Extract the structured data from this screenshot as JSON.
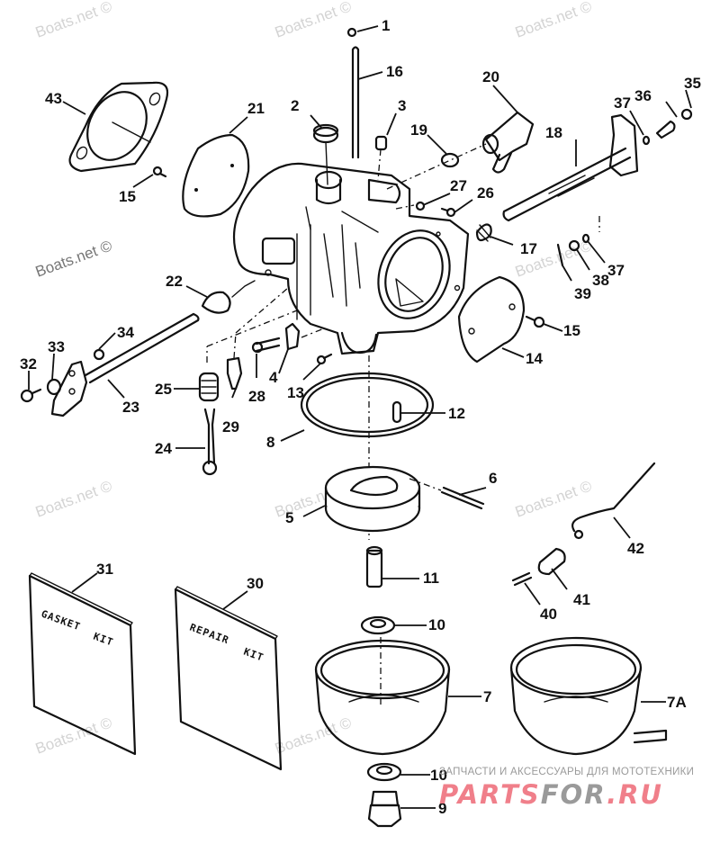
{
  "diagram": {
    "title": "Carburetor exploded parts diagram",
    "callouts": [
      {
        "id": "1",
        "label": "1"
      },
      {
        "id": "2",
        "label": "2"
      },
      {
        "id": "3",
        "label": "3"
      },
      {
        "id": "4",
        "label": "4"
      },
      {
        "id": "5",
        "label": "5"
      },
      {
        "id": "6",
        "label": "6"
      },
      {
        "id": "7",
        "label": "7"
      },
      {
        "id": "7A",
        "label": "7A"
      },
      {
        "id": "8",
        "label": "8"
      },
      {
        "id": "9",
        "label": "9"
      },
      {
        "id": "10a",
        "label": "10"
      },
      {
        "id": "10b",
        "label": "10"
      },
      {
        "id": "11",
        "label": "11"
      },
      {
        "id": "12",
        "label": "12"
      },
      {
        "id": "13",
        "label": "13"
      },
      {
        "id": "14",
        "label": "14"
      },
      {
        "id": "15a",
        "label": "15"
      },
      {
        "id": "15b",
        "label": "15"
      },
      {
        "id": "16",
        "label": "16"
      },
      {
        "id": "17",
        "label": "17"
      },
      {
        "id": "18",
        "label": "18"
      },
      {
        "id": "19",
        "label": "19"
      },
      {
        "id": "20",
        "label": "20"
      },
      {
        "id": "21",
        "label": "21"
      },
      {
        "id": "22",
        "label": "22"
      },
      {
        "id": "23",
        "label": "23"
      },
      {
        "id": "24",
        "label": "24"
      },
      {
        "id": "25",
        "label": "25"
      },
      {
        "id": "26",
        "label": "26"
      },
      {
        "id": "27",
        "label": "27"
      },
      {
        "id": "28",
        "label": "28"
      },
      {
        "id": "29",
        "label": "29"
      },
      {
        "id": "30",
        "label": "30"
      },
      {
        "id": "31",
        "label": "31"
      },
      {
        "id": "32",
        "label": "32"
      },
      {
        "id": "33",
        "label": "33"
      },
      {
        "id": "34",
        "label": "34"
      },
      {
        "id": "35",
        "label": "35"
      },
      {
        "id": "36",
        "label": "36"
      },
      {
        "id": "37a",
        "label": "37"
      },
      {
        "id": "37b",
        "label": "37"
      },
      {
        "id": "38",
        "label": "38"
      },
      {
        "id": "39",
        "label": "39"
      },
      {
        "id": "40",
        "label": "40"
      },
      {
        "id": "41",
        "label": "41"
      },
      {
        "id": "42",
        "label": "42"
      },
      {
        "id": "43",
        "label": "43"
      }
    ],
    "kits": {
      "gasket_kit_line1": "GASKET",
      "gasket_kit_line2": "KIT",
      "repair_kit_line1": "REPAIR",
      "repair_kit_line2": "KIT"
    }
  },
  "watermark": {
    "text": "Boats.net ©"
  },
  "branding": {
    "tagline": "ЗАПЧАСТИ И АКСЕССУАРЫ ДЛЯ МОТОТЕХНИКИ",
    "logo_part1": "PARTS",
    "logo_part2": "FOR",
    "logo_part3": ".RU",
    "colors": {
      "primary": "#f07f8a",
      "secondary": "#9a9a9a"
    }
  }
}
